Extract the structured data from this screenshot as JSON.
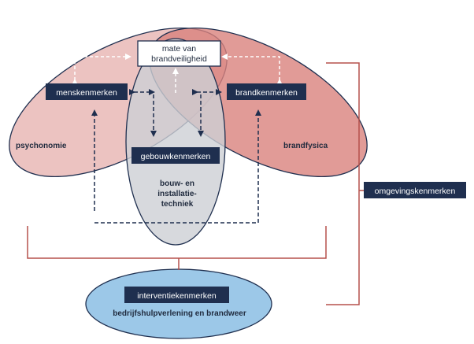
{
  "diagram": {
    "top_box": {
      "line1": "mate van",
      "line2": "brandveiligheid"
    },
    "boxes": {
      "mens": "menskenmerken",
      "brand": "brandkenmerken",
      "gebouw": "gebouwkenmerken",
      "omgeving": "omgevingskenmerken",
      "interventie": "interventiekenmerken"
    },
    "areas": {
      "psychonomie": "psychonomie",
      "brandfysica": "brandfysica",
      "bouw_line1": "bouw- en",
      "bouw_line2": "installatie-",
      "bouw_line3": "techniek",
      "bedrijfshulp": "bedrijfshulpverlening en brandweer"
    },
    "colors": {
      "left_ellipse": "#e9b9b6",
      "right_ellipse": "#d9827d",
      "center_ellipse": "#cdd0d4",
      "bottom_ellipse": "#9cc8e8",
      "box_fill": "#1f2f4f",
      "bracket": "#b5514b",
      "arrow": "#1f2f4f"
    }
  }
}
